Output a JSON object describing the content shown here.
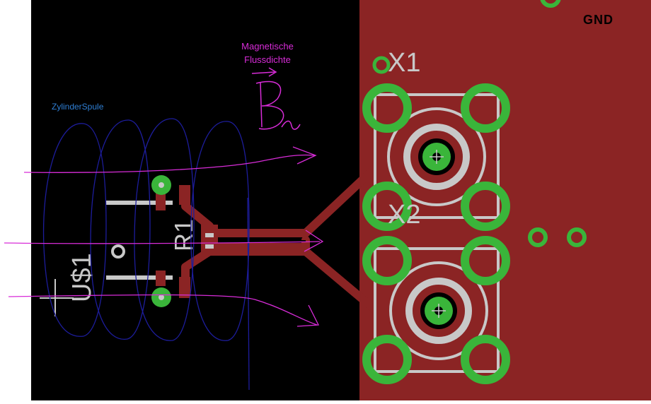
{
  "board": {
    "colors": {
      "background": "#000000",
      "copper_pour": "#8b2424",
      "trace": "#8b2424",
      "pad": "#3ab53a",
      "silkscreen": "#c8c8c8",
      "annotation_blue": "#1d1d9c",
      "annotation_magenta": "#d82cd8",
      "label_blue": "#2f7fd4"
    },
    "labels": {
      "gnd": "GND",
      "x1": "X1",
      "x2": "X2",
      "r1": "R1",
      "us1": "U$1",
      "magnetic_line1": "Magnetische",
      "magnetic_line2": "Flussdichte",
      "coil": "ZylinderSpule",
      "b_symbol": "B",
      "b_subscript": "r"
    }
  }
}
